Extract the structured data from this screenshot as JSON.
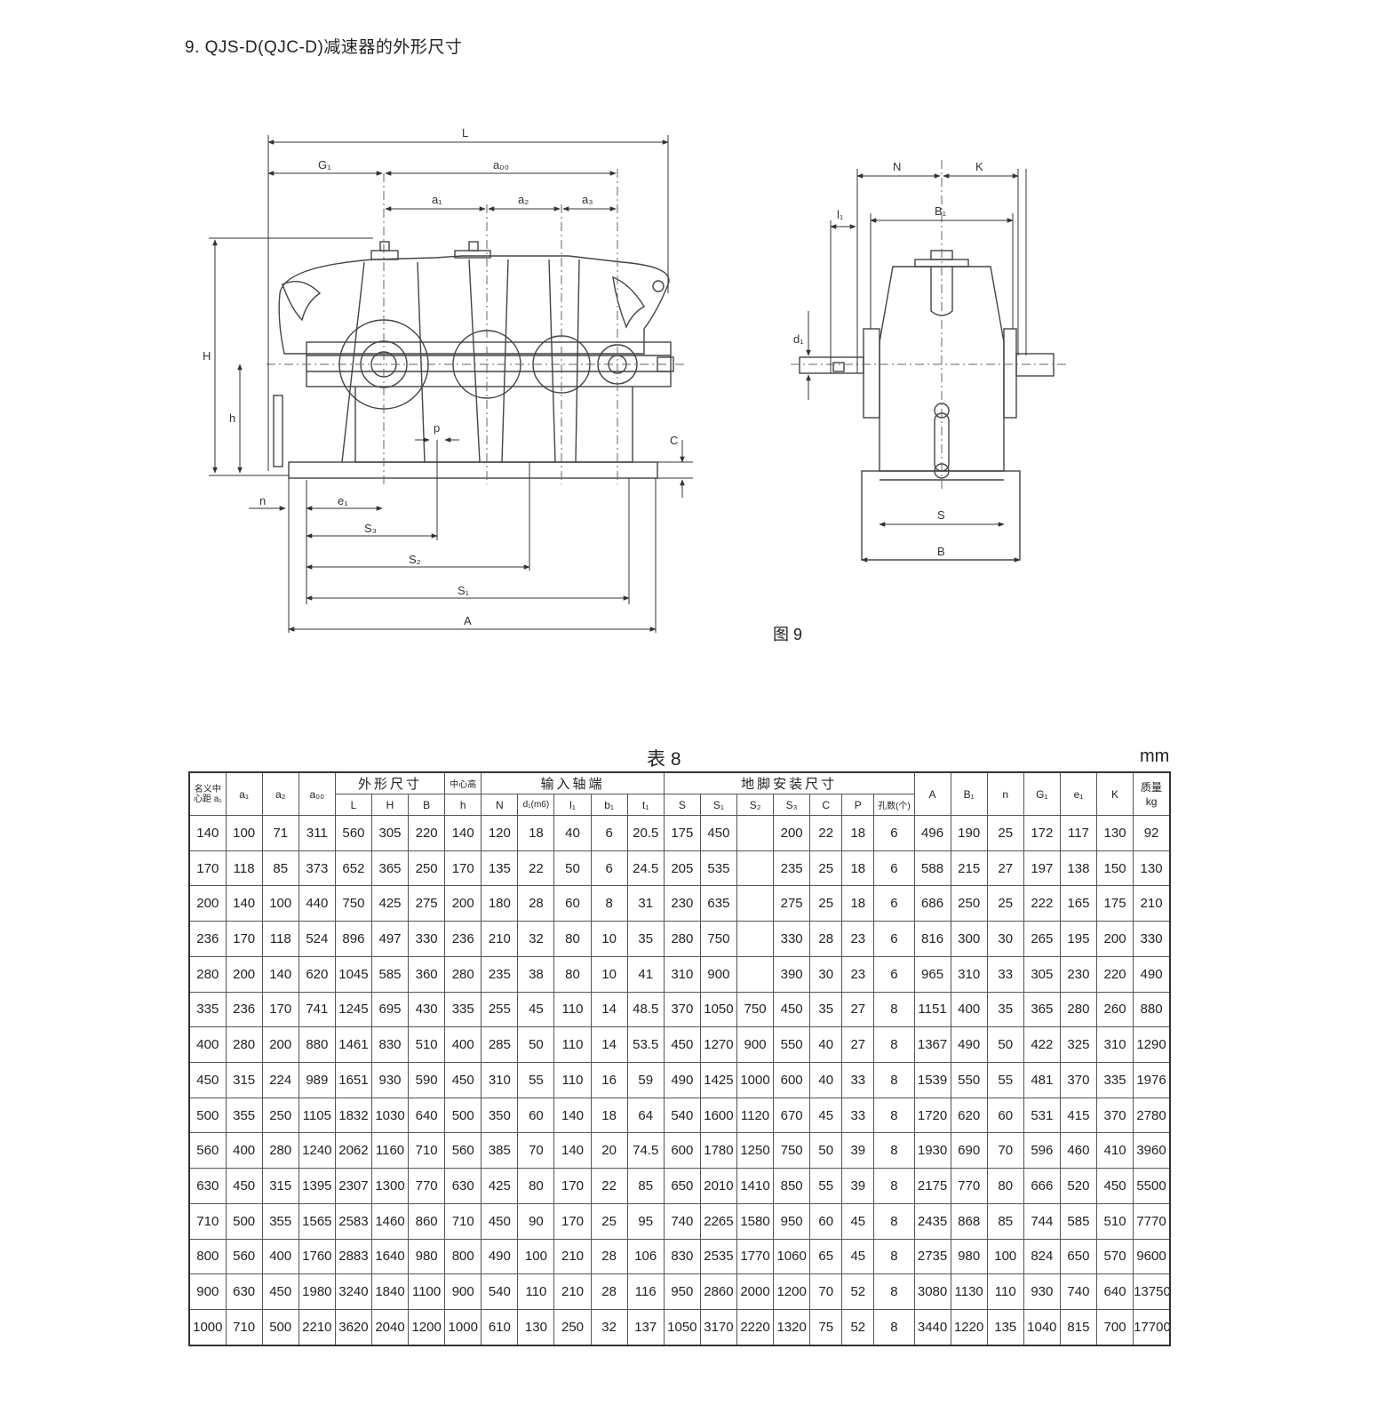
{
  "heading": "9. QJS-D(QJC-D)减速器的外形尺寸",
  "figure": {
    "caption": "图 9",
    "front_labels": {
      "L": "L",
      "G1": "G₁",
      "a00": "a₀₀",
      "a1": "a₁",
      "a2": "a₂",
      "a3": "a₃",
      "H": "H",
      "h": "h",
      "p": "p",
      "C": "C",
      "n": "n",
      "e1": "e₁",
      "S3": "S₃",
      "S2": "S₂",
      "S1": "S₁",
      "A": "A"
    },
    "side_labels": {
      "N": "N",
      "K": "K",
      "l1": "l₁",
      "B1": "B₁",
      "d1": "d₁",
      "S": "S",
      "B": "B"
    }
  },
  "table": {
    "caption": "表 8",
    "unit": "mm",
    "groups": {
      "outline": "外形尺寸",
      "center_height": "中心高",
      "input_shaft": "输入轴端",
      "foot_mount": "地脚安装尺寸"
    },
    "headers": {
      "nominal_center": "名义中心距 a₁",
      "a1": "a₁",
      "a2": "a₂",
      "a00": "a₀₀",
      "L": "L",
      "H": "H",
      "B": "B",
      "h": "h",
      "N": "N",
      "d1": "d₁(m6)",
      "l1": "l₁",
      "b1": "b₁",
      "t1": "t₁",
      "S": "S",
      "S1": "S₁",
      "S2": "S₂",
      "S3": "S₃",
      "C": "C",
      "P": "P",
      "holes": "孔数(个)",
      "A": "A",
      "B1": "B₁",
      "n": "n",
      "G1": "G₁",
      "e1": "e₁",
      "K": "K",
      "mass": "质量 kg"
    },
    "rows": [
      [
        "140",
        "100",
        "71",
        "311",
        "560",
        "305",
        "220",
        "140",
        "120",
        "18",
        "40",
        "6",
        "20.5",
        "175",
        "450",
        "",
        "200",
        "22",
        "18",
        "6",
        "496",
        "190",
        "25",
        "172",
        "117",
        "130",
        "92"
      ],
      [
        "170",
        "118",
        "85",
        "373",
        "652",
        "365",
        "250",
        "170",
        "135",
        "22",
        "50",
        "6",
        "24.5",
        "205",
        "535",
        "",
        "235",
        "25",
        "18",
        "6",
        "588",
        "215",
        "27",
        "197",
        "138",
        "150",
        "130"
      ],
      [
        "200",
        "140",
        "100",
        "440",
        "750",
        "425",
        "275",
        "200",
        "180",
        "28",
        "60",
        "8",
        "31",
        "230",
        "635",
        "",
        "275",
        "25",
        "18",
        "6",
        "686",
        "250",
        "25",
        "222",
        "165",
        "175",
        "210"
      ],
      [
        "236",
        "170",
        "118",
        "524",
        "896",
        "497",
        "330",
        "236",
        "210",
        "32",
        "80",
        "10",
        "35",
        "280",
        "750",
        "",
        "330",
        "28",
        "23",
        "6",
        "816",
        "300",
        "30",
        "265",
        "195",
        "200",
        "330"
      ],
      [
        "280",
        "200",
        "140",
        "620",
        "1045",
        "585",
        "360",
        "280",
        "235",
        "38",
        "80",
        "10",
        "41",
        "310",
        "900",
        "",
        "390",
        "30",
        "23",
        "6",
        "965",
        "310",
        "33",
        "305",
        "230",
        "220",
        "490"
      ],
      [
        "335",
        "236",
        "170",
        "741",
        "1245",
        "695",
        "430",
        "335",
        "255",
        "45",
        "110",
        "14",
        "48.5",
        "370",
        "1050",
        "750",
        "450",
        "35",
        "27",
        "8",
        "1151",
        "400",
        "35",
        "365",
        "280",
        "260",
        "880"
      ],
      [
        "400",
        "280",
        "200",
        "880",
        "1461",
        "830",
        "510",
        "400",
        "285",
        "50",
        "110",
        "14",
        "53.5",
        "450",
        "1270",
        "900",
        "550",
        "40",
        "27",
        "8",
        "1367",
        "490",
        "50",
        "422",
        "325",
        "310",
        "1290"
      ],
      [
        "450",
        "315",
        "224",
        "989",
        "1651",
        "930",
        "590",
        "450",
        "310",
        "55",
        "110",
        "16",
        "59",
        "490",
        "1425",
        "1000",
        "600",
        "40",
        "33",
        "8",
        "1539",
        "550",
        "55",
        "481",
        "370",
        "335",
        "1976"
      ],
      [
        "500",
        "355",
        "250",
        "1105",
        "1832",
        "1030",
        "640",
        "500",
        "350",
        "60",
        "140",
        "18",
        "64",
        "540",
        "1600",
        "1120",
        "670",
        "45",
        "33",
        "8",
        "1720",
        "620",
        "60",
        "531",
        "415",
        "370",
        "2780"
      ],
      [
        "560",
        "400",
        "280",
        "1240",
        "2062",
        "1160",
        "710",
        "560",
        "385",
        "70",
        "140",
        "20",
        "74.5",
        "600",
        "1780",
        "1250",
        "750",
        "50",
        "39",
        "8",
        "1930",
        "690",
        "70",
        "596",
        "460",
        "410",
        "3960"
      ],
      [
        "630",
        "450",
        "315",
        "1395",
        "2307",
        "1300",
        "770",
        "630",
        "425",
        "80",
        "170",
        "22",
        "85",
        "650",
        "2010",
        "1410",
        "850",
        "55",
        "39",
        "8",
        "2175",
        "770",
        "80",
        "666",
        "520",
        "450",
        "5500"
      ],
      [
        "710",
        "500",
        "355",
        "1565",
        "2583",
        "1460",
        "860",
        "710",
        "450",
        "90",
        "170",
        "25",
        "95",
        "740",
        "2265",
        "1580",
        "950",
        "60",
        "45",
        "8",
        "2435",
        "868",
        "85",
        "744",
        "585",
        "510",
        "7770"
      ],
      [
        "800",
        "560",
        "400",
        "1760",
        "2883",
        "1640",
        "980",
        "800",
        "490",
        "100",
        "210",
        "28",
        "106",
        "830",
        "2535",
        "1770",
        "1060",
        "65",
        "45",
        "8",
        "2735",
        "980",
        "100",
        "824",
        "650",
        "570",
        "9600"
      ],
      [
        "900",
        "630",
        "450",
        "1980",
        "3240",
        "1840",
        "1100",
        "900",
        "540",
        "110",
        "210",
        "28",
        "116",
        "950",
        "2860",
        "2000",
        "1200",
        "70",
        "52",
        "8",
        "3080",
        "1130",
        "110",
        "930",
        "740",
        "640",
        "13750"
      ],
      [
        "1000",
        "710",
        "500",
        "2210",
        "3620",
        "2040",
        "1200",
        "1000",
        "610",
        "130",
        "250",
        "32",
        "137",
        "1050",
        "3170",
        "2220",
        "1320",
        "75",
        "52",
        "8",
        "3440",
        "1220",
        "135",
        "1040",
        "815",
        "700",
        "17700"
      ]
    ]
  }
}
